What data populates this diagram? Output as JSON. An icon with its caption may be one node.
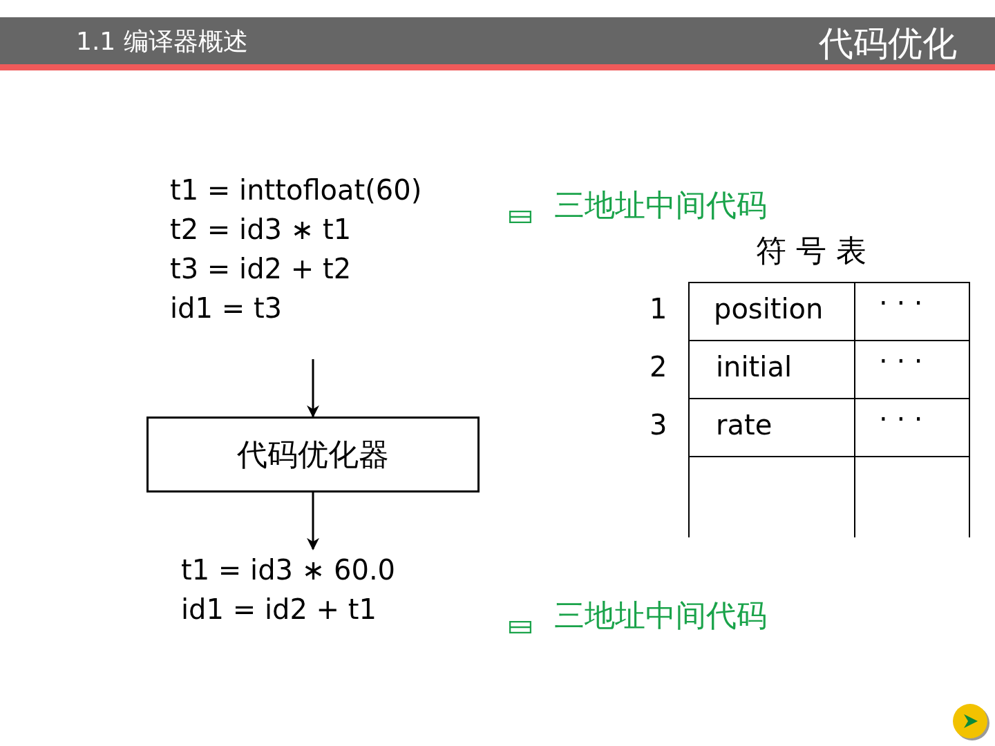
{
  "diagram": {
    "title": "代码优化",
    "nodes": [
      {
        "text": [
          "t1 = inttofloat(60)",
          "t2 = id3 ∗ t1",
          "t3 = id2 + t2",
          "id1 = t3"
        ]
      },
      {
        "text": [
          "代码优化器"
        ]
      },
      {
        "text": [
          "t1 = id3 ∗ 60.0",
          "id1 = id2 + t1"
        ]
      }
    ],
    "edges": [
      {
        "from": 0,
        "to": 1,
        "arrow": "to"
      },
      {
        "from": 1,
        "to": 2,
        "arrow": "to"
      }
    ],
    "labels": [
      "1.1 编译器概述",
      "三地址中间代码",
      "符 号 表",
      "1",
      "position",
      "· · ·",
      "2",
      "initial",
      "· · ·",
      "3",
      "rate",
      "· · ·",
      "三地址中间代码"
    ]
  }
}
